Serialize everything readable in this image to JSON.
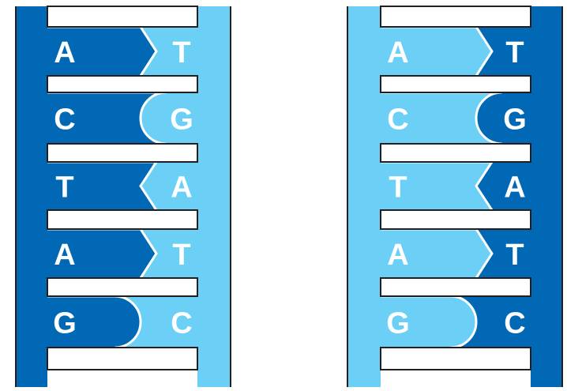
{
  "colors": {
    "dark": "#0068b4",
    "light": "#6ccff6",
    "outline": "#231f20",
    "letter": "#ffffff",
    "rung": "#ffffff"
  },
  "strands": [
    {
      "left_color": "dark",
      "right_color": "light",
      "pairs": [
        {
          "left": "A",
          "right": "T",
          "shape": "chevron-right"
        },
        {
          "left": "C",
          "right": "G",
          "shape": "round-left"
        },
        {
          "left": "T",
          "right": "A",
          "shape": "chevron-left"
        },
        {
          "left": "A",
          "right": "T",
          "shape": "chevron-right"
        },
        {
          "left": "G",
          "right": "C",
          "shape": "round-right"
        }
      ]
    },
    {
      "left_color": "light",
      "right_color": "dark",
      "pairs": [
        {
          "left": "A",
          "right": "T",
          "shape": "chevron-right"
        },
        {
          "left": "C",
          "right": "G",
          "shape": "round-left"
        },
        {
          "left": "T",
          "right": "A",
          "shape": "chevron-left"
        },
        {
          "left": "A",
          "right": "T",
          "shape": "chevron-right"
        },
        {
          "left": "G",
          "right": "C",
          "shape": "round-right"
        }
      ]
    }
  ]
}
